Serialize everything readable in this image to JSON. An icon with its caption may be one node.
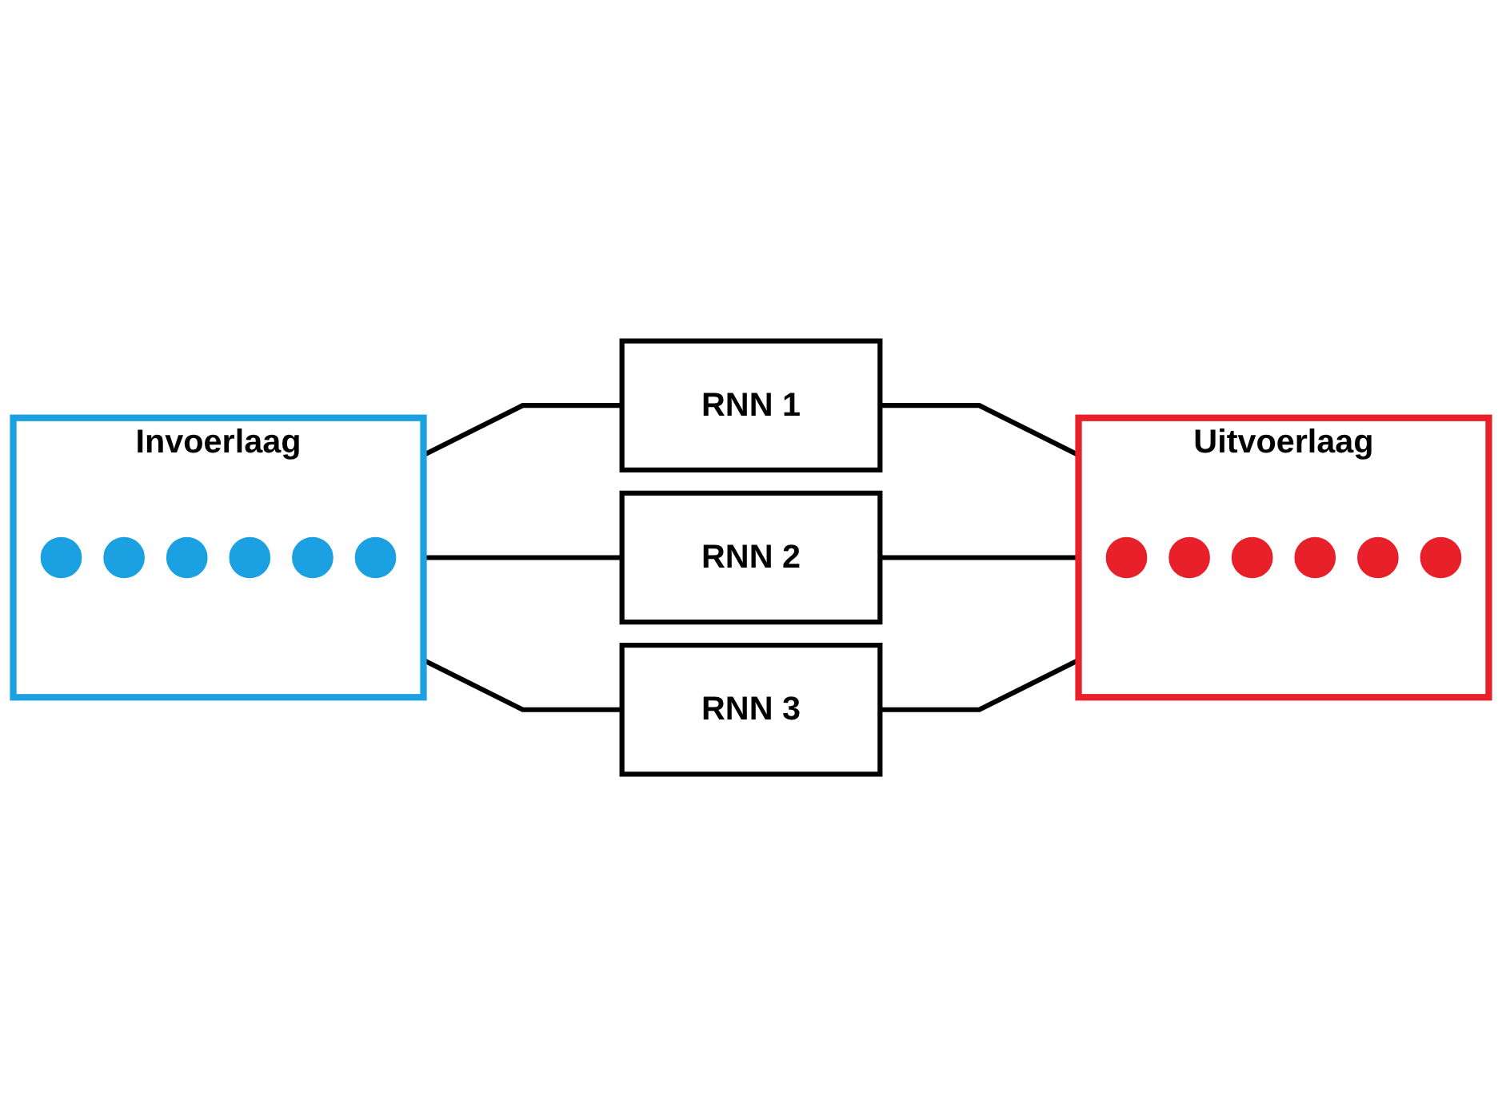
{
  "diagram": {
    "nodes": [
      {
        "text": [
          "Invoerlaag"
        ]
      },
      {
        "text": [],
        "shape": "circle",
        "in": 0
      },
      {
        "text": [],
        "shape": "circle",
        "in": 0
      },
      {
        "text": [],
        "shape": "circle",
        "in": 0
      },
      {
        "text": [],
        "shape": "circle",
        "in": 0
      },
      {
        "text": [],
        "shape": "circle",
        "in": 0
      },
      {
        "text": [],
        "shape": "circle",
        "in": 0
      },
      {
        "text": [
          "RNN 1"
        ]
      },
      {
        "text": [
          "RNN 2"
        ]
      },
      {
        "text": [
          "RNN 3"
        ]
      },
      {
        "text": [
          "Uitvoerlaag"
        ]
      },
      {
        "text": [],
        "shape": "circle",
        "in": 10
      },
      {
        "text": [],
        "shape": "circle",
        "in": 10
      },
      {
        "text": [],
        "shape": "circle",
        "in": 10
      },
      {
        "text": [],
        "shape": "circle",
        "in": 10
      },
      {
        "text": [],
        "shape": "circle",
        "in": 10
      },
      {
        "text": [],
        "shape": "circle",
        "in": 10
      }
    ],
    "edges": [
      {
        "from": 0,
        "to": 7,
        "arrow": "none"
      },
      {
        "from": 0,
        "to": 8,
        "arrow": "none"
      },
      {
        "from": 0,
        "to": 9,
        "arrow": "none"
      },
      {
        "from": 7,
        "to": 10,
        "arrow": "none"
      },
      {
        "from": 8,
        "to": 10,
        "arrow": "none"
      },
      {
        "from": 9,
        "to": 10,
        "arrow": "none"
      }
    ]
  }
}
